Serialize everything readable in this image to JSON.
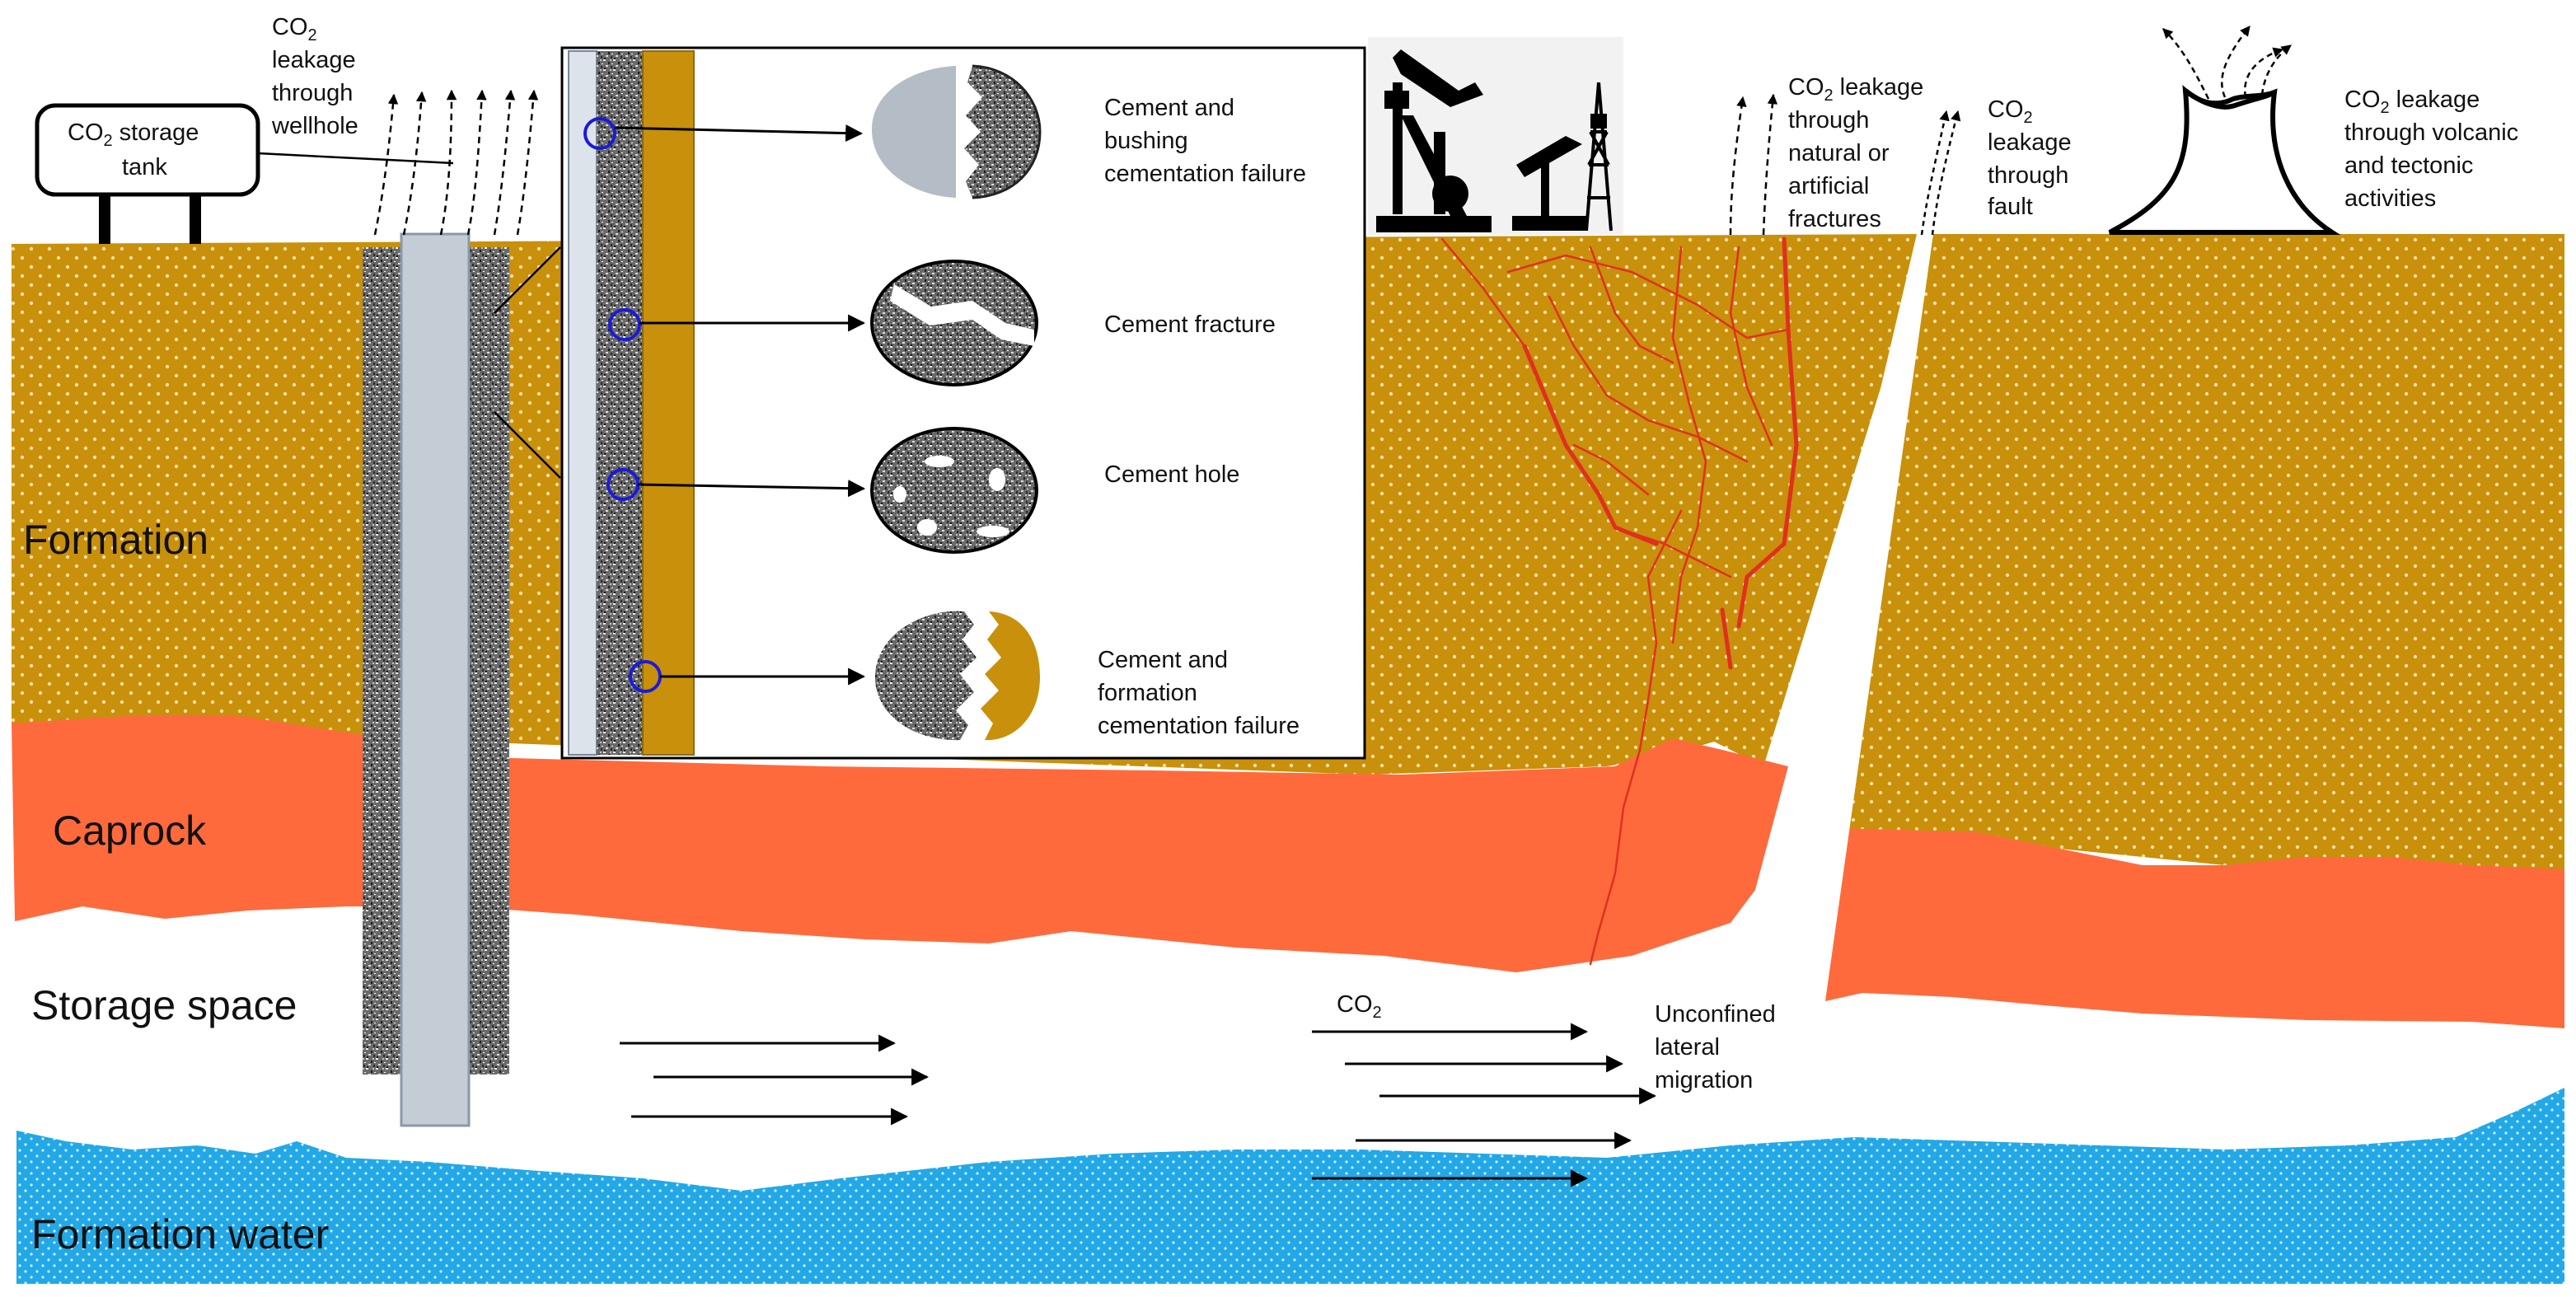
{
  "colors": {
    "formation": "#c8900b",
    "formation_dots": "#f3dfa0",
    "caprock": "#ff6a3d",
    "water": "#22a8e6",
    "casing": "#c4ccd6",
    "cement_dark": "#5b5b5b",
    "circle_marker": "#1a1adb",
    "fracture": "#e0301e"
  },
  "layers": {
    "formation": "Formation",
    "caprock": "Caprock",
    "storage": "Storage space",
    "water": "Formation water"
  },
  "tank": {
    "label_prefix": "CO",
    "label_sub": "2",
    "label_rest": " storage",
    "label_line2": "tank"
  },
  "leaks": {
    "wellhole": {
      "prefix": "CO",
      "sub": "2",
      "lines": [
        "leakage",
        "through",
        "wellhole"
      ]
    },
    "fractures": {
      "prefix": "CO",
      "sub": "2",
      "rest": " leakage",
      "lines": [
        "through",
        "natural or",
        "artificial",
        "fractures"
      ]
    },
    "fault": {
      "prefix": "CO",
      "sub": "2",
      "lines": [
        "leakage",
        "through",
        "fault"
      ]
    },
    "volcanic": {
      "prefix": "CO",
      "sub": "2",
      "rest": " leakage",
      "lines": [
        "through volcanic",
        "and tectonic",
        "activities"
      ]
    }
  },
  "inset": {
    "failures": [
      {
        "lines": [
          "Cement and",
          "bushing",
          "cementation failure"
        ]
      },
      {
        "lines": [
          "Cement fracture"
        ]
      },
      {
        "lines": [
          "Cement hole"
        ]
      },
      {
        "lines": [
          "Cement and",
          "formation",
          "cementation failure"
        ]
      }
    ]
  },
  "migration": {
    "co2_prefix": "CO",
    "co2_sub": "2",
    "lines": [
      "Unconfined",
      "lateral",
      "migration"
    ]
  },
  "icons": [
    "oil-pump-jack-icon",
    "drilling-rig-icon",
    "storage-tank-icon",
    "volcano-icon"
  ]
}
